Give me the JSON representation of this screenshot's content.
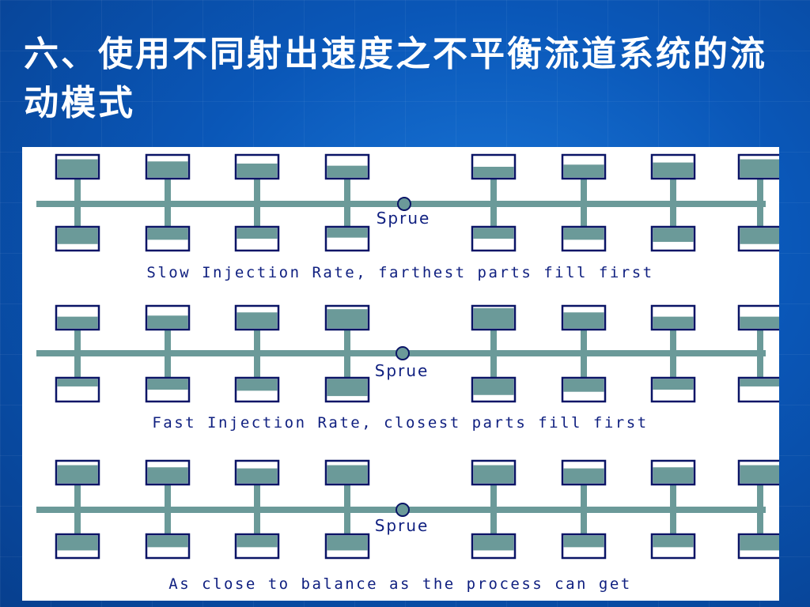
{
  "slide": {
    "title": "六、使用不同射出速度之不平衡流道系统的流动模式"
  },
  "colors": {
    "runner": "#6b9a99",
    "fill": "#6b9a99",
    "cavity_border": "#0a1466",
    "text": "#102080"
  },
  "diagrams": [
    {
      "sprue_label": "Sprue",
      "caption": "Slow Injection Rate,  farthest parts fill first",
      "top_fill": [
        0.85,
        0.75,
        0.65,
        0.55,
        0.5,
        0.6,
        0.7,
        0.85
      ],
      "bottom_fill": [
        0.75,
        0.55,
        0.5,
        0.45,
        0.5,
        0.55,
        0.65,
        0.75
      ]
    },
    {
      "sprue_label": "Sprue",
      "caption": "Fast Injection Rate,  closest parts fill first",
      "top_fill": [
        0.55,
        0.6,
        0.75,
        0.9,
        0.95,
        0.75,
        0.55,
        0.55
      ],
      "bottom_fill": [
        0.35,
        0.5,
        0.55,
        0.8,
        0.75,
        0.6,
        0.5,
        0.35
      ]
    },
    {
      "sprue_label": "Sprue",
      "caption": "As close to balance as the process can get",
      "top_fill": [
        0.85,
        0.75,
        0.7,
        0.85,
        0.85,
        0.7,
        0.75,
        0.85
      ],
      "bottom_fill": [
        0.7,
        0.55,
        0.55,
        0.7,
        0.7,
        0.55,
        0.55,
        0.7
      ]
    }
  ]
}
